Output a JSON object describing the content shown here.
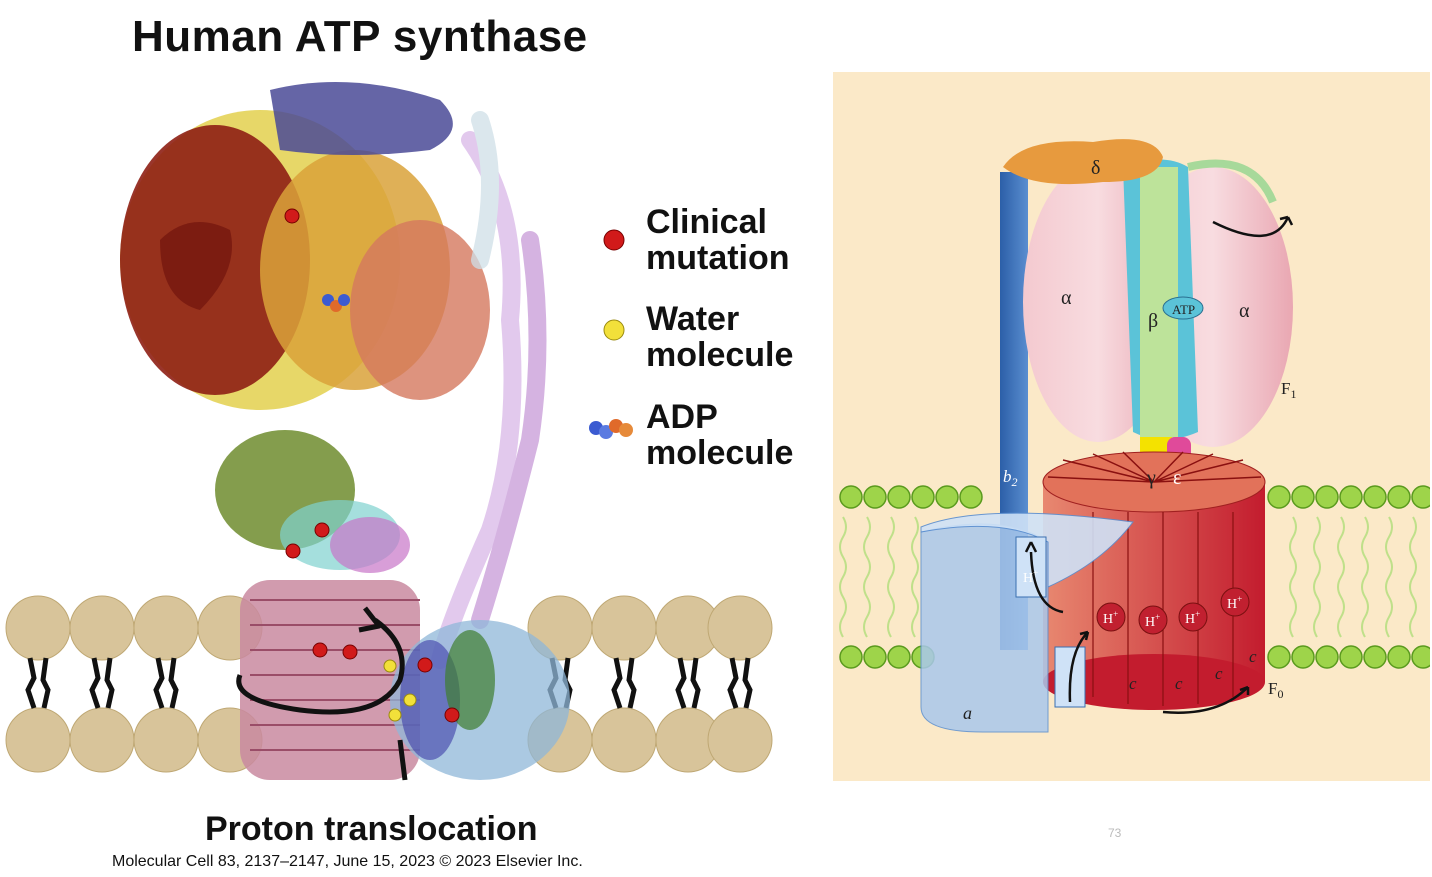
{
  "left_figure": {
    "title": "Human ATP synthase",
    "bottom_label": "Proton translocation",
    "citation": "Molecular Cell 83, 2137–2147, June 15, 2023 © 2023 Elsevier Inc.",
    "legend": [
      {
        "line1": "Clinical",
        "line2": "mutation",
        "color": "#d11a1a"
      },
      {
        "line1": "Water",
        "line2": "molecule",
        "color": "#f2e03a"
      },
      {
        "line1": "ADP",
        "line2": "molecule",
        "color": "#3b5bd1"
      }
    ]
  },
  "right_figure": {
    "labels": {
      "delta": "δ",
      "alpha_left": "α",
      "beta": "β",
      "atp": "ATP",
      "alpha_right": "α",
      "f1": "F",
      "f1_sub": "1",
      "b2": "b",
      "b2_sub": "2",
      "gamma": "γ",
      "epsilon": "ε",
      "proton": "H",
      "proton_sup": "+",
      "c": "c",
      "a": "a",
      "f0": "F",
      "f0_sub": "0"
    }
  },
  "slide_number": "73"
}
